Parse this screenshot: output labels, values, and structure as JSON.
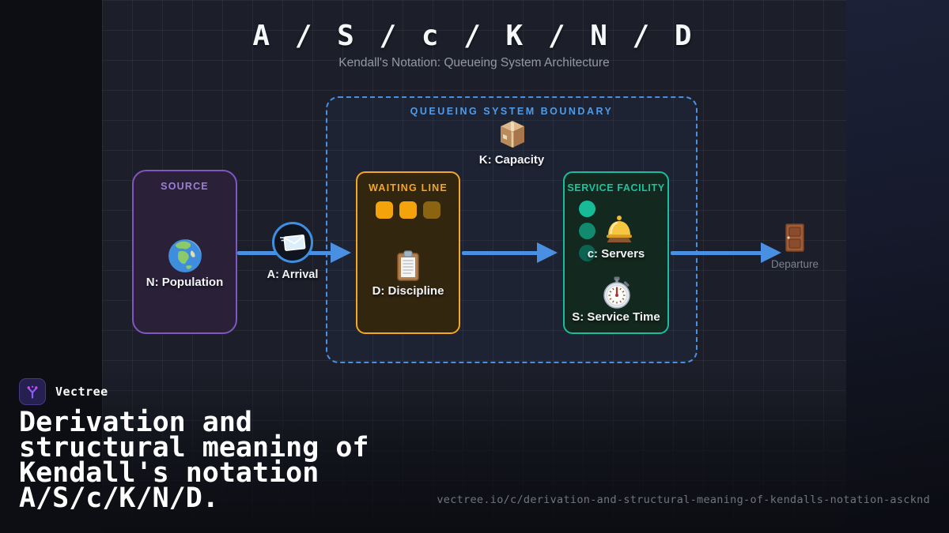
{
  "header": {
    "title": "A / S / c / K / N / D",
    "subtitle": "Kendall's Notation: Queueing System Architecture"
  },
  "diagram": {
    "boundary": {
      "label": "QUEUEING SYSTEM BOUNDARY",
      "border_color": "#4a90e2"
    },
    "capacity": {
      "icon": "package-icon",
      "label": "K: Capacity"
    },
    "source": {
      "title": "SOURCE",
      "icon": "globe-icon",
      "label": "N: Population",
      "border_color": "#7e57c2",
      "title_color": "#9b7fd4"
    },
    "arrival": {
      "icon": "envelope-icon",
      "label": "A: Arrival"
    },
    "waiting_line": {
      "title": "WAITING LINE",
      "icon": "clipboard-icon",
      "label": "D: Discipline",
      "border_color": "#f5a623",
      "queue_square_colors": [
        "#f5a30b",
        "#f5a30b",
        "#8a6410"
      ]
    },
    "service_facility": {
      "title": "SERVICE FACILITY",
      "servers_icon": "bell-icon",
      "servers_label": "c: Servers",
      "service_time_icon": "stopwatch-icon",
      "service_time_label": "S: Service Time",
      "border_color": "#17bf9c",
      "server_dot_colors": [
        "#18bb97",
        "#128a70",
        "#0d6351"
      ]
    },
    "departure": {
      "icon": "door-icon",
      "label": "Departure"
    },
    "arrow_color": "#4a90e2"
  },
  "footer": {
    "brand": "Vectree",
    "logo_icon": "vectree-logo-icon",
    "headline": "Derivation and\nstructural meaning of\nKendall's notation\nA/S/c/K/N/D.",
    "url": "vectree.io/c/derivation-and-structural-meaning-of-kendalls-notation-ascknd"
  }
}
